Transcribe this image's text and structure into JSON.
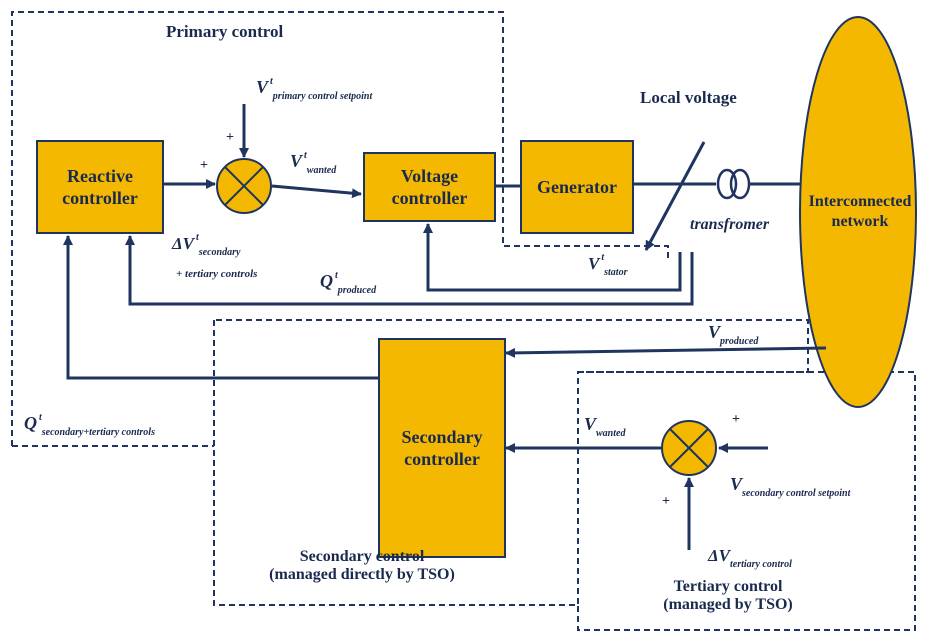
{
  "titles": {
    "primary": "Primary control",
    "local_voltage": "Local voltage",
    "secondary": "Secondary control\n(managed directly by TSO)",
    "tertiary": "Tertiary control\n(managed by TSO)"
  },
  "blocks": {
    "reactive": "Reactive\ncontroller",
    "voltage": "Voltage\ncontroller",
    "generator": "Generator",
    "secondary": "Secondary\ncontroller",
    "network": "Interconnected\nnetwork"
  },
  "labels": {
    "transformer": "transfromer",
    "v_primary_setpoint": {
      "main": "V",
      "sup": "t",
      "sub": "primary control setpoint"
    },
    "v_wanted_t": {
      "main": "V",
      "sup": "t",
      "sub": "wanted"
    },
    "delta_v_secondary": {
      "main": "ΔV",
      "sup": "t",
      "sub": "secondary"
    },
    "tertiary_controls_suffix": "+ tertiary controls",
    "q_produced": {
      "main": "Q",
      "sup": "t",
      "sub": "produced"
    },
    "v_stator": {
      "main": "V",
      "sup": "t",
      "sub": "stator"
    },
    "v_produced": {
      "main": "V",
      "sub": "produced"
    },
    "q_secondary_tertiary": {
      "main": "Q",
      "sup": "t",
      "sub": "secondary+tertiary controls"
    },
    "v_wanted": {
      "main": "V",
      "sub": "wanted"
    },
    "v_secondary_setpoint": {
      "main": "V",
      "sub": "secondary control setpoint"
    },
    "delta_v_tertiary": {
      "main": "ΔV",
      "sub": "tertiary control"
    }
  },
  "signs": {
    "plus": "+"
  },
  "colors": {
    "block_fill": "#f5b800",
    "line": "#1f3560",
    "text": "#1a2a4f"
  }
}
